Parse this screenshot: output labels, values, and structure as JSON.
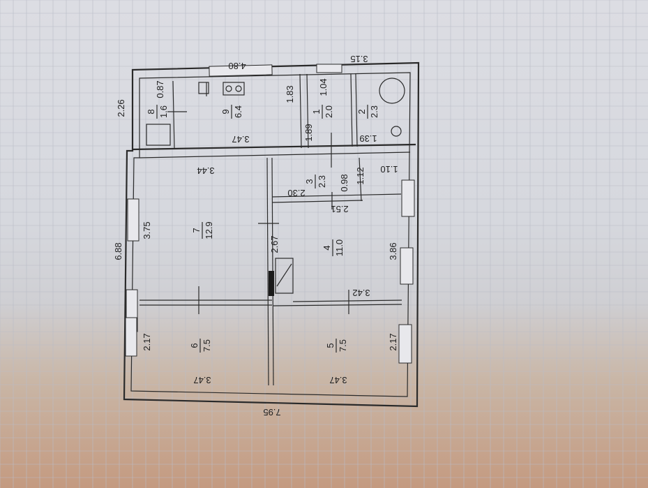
{
  "plan": {
    "outer": {
      "top": "4.80",
      "top_right": "3.15",
      "left_top": "2.26",
      "left": "6.88",
      "bottom": "7.95"
    },
    "rooms": [
      {
        "id": "8",
        "area": "1.6"
      },
      {
        "id": "9",
        "area": "6.4"
      },
      {
        "id": "1",
        "area": "2.0"
      },
      {
        "id": "2",
        "area": "2.3"
      },
      {
        "id": "3",
        "area": "2.3"
      },
      {
        "id": "7",
        "area": "12.9"
      },
      {
        "id": "4",
        "area": "11.0"
      },
      {
        "id": "6",
        "area": "7.5"
      },
      {
        "id": "5",
        "area": "7.5"
      }
    ],
    "dims": {
      "d087": "0.87",
      "d347a": "3.47",
      "d183": "1.83",
      "d104": "1.04",
      "d189": "1.89",
      "d139": "1.39",
      "d344": "3.44",
      "d110": "1.10",
      "d112": "1.12",
      "d098": "0.98",
      "d230": "2.30",
      "d251": "2.51",
      "d375": "3.75",
      "d267": "2.67",
      "d386": "3.86",
      "d342": "3.42",
      "d217a": "2.17",
      "d217b": "2.17",
      "d347b": "3.47",
      "d347c": "3.47"
    }
  }
}
